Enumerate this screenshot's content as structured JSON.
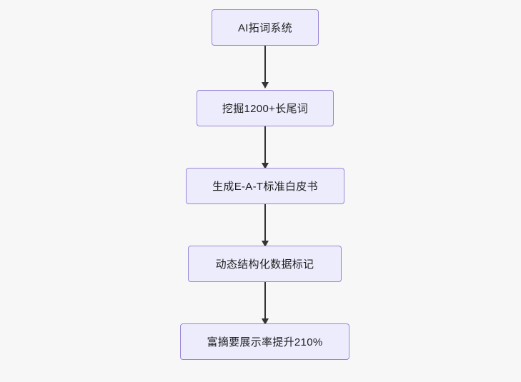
{
  "diagram": {
    "type": "flowchart",
    "direction": "top-to-bottom",
    "background_color": "#f7f7f7",
    "node_fill_color": "#ececfd",
    "node_border_color": "#9a86d6",
    "edge_color": "#333338",
    "nodes": [
      {
        "id": "n1",
        "label": "AI拓词系统"
      },
      {
        "id": "n2",
        "label": "挖掘1200+长尾词"
      },
      {
        "id": "n3",
        "label": "生成E-A-T标准白皮书"
      },
      {
        "id": "n4",
        "label": "动态结构化数据标记"
      },
      {
        "id": "n5",
        "label": "富摘要展示率提升210%"
      }
    ],
    "edges": [
      {
        "from": "n1",
        "to": "n2"
      },
      {
        "from": "n2",
        "to": "n3"
      },
      {
        "from": "n3",
        "to": "n4"
      },
      {
        "from": "n4",
        "to": "n5"
      }
    ]
  }
}
